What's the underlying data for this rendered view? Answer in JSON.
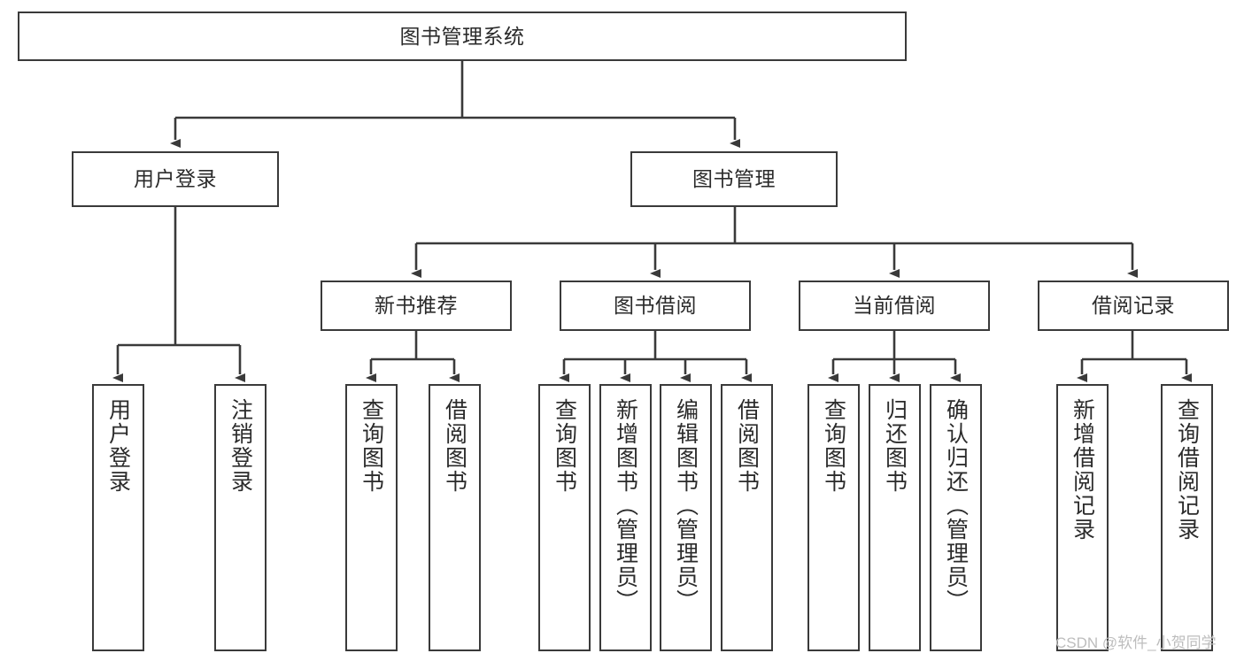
{
  "diagram": {
    "title": "图书管理系统",
    "type": "tree-hierarchy",
    "root": {
      "label": "图书管理系统"
    },
    "level2": [
      {
        "label": "用户登录"
      },
      {
        "label": "图书管理"
      }
    ],
    "level3": [
      {
        "label": "新书推荐"
      },
      {
        "label": "图书借阅"
      },
      {
        "label": "当前借阅"
      },
      {
        "label": "借阅记录"
      }
    ],
    "leaves": {
      "user_login": [
        {
          "label": "用户登录"
        },
        {
          "label": "注销登录"
        }
      ],
      "new_book_recommend": [
        {
          "label": "查询图书"
        },
        {
          "label": "借阅图书"
        }
      ],
      "book_borrow": [
        {
          "label": "查询图书"
        },
        {
          "label": "新增图书（管理员）"
        },
        {
          "label": "编辑图书（管理员）"
        },
        {
          "label": "借阅图书"
        }
      ],
      "current_borrow": [
        {
          "label": "查询图书"
        },
        {
          "label": "归还图书"
        },
        {
          "label": "确认归还（管理员）"
        }
      ],
      "borrow_record": [
        {
          "label": "新增借阅记录"
        },
        {
          "label": "查询借阅记录"
        }
      ]
    }
  },
  "watermark": {
    "text": "CSDN @软件_小贺同学"
  },
  "colors": {
    "stroke": "#3a3a3a",
    "background": "#ffffff",
    "text": "#2b2b2b",
    "watermark": "#bdbdbd"
  }
}
